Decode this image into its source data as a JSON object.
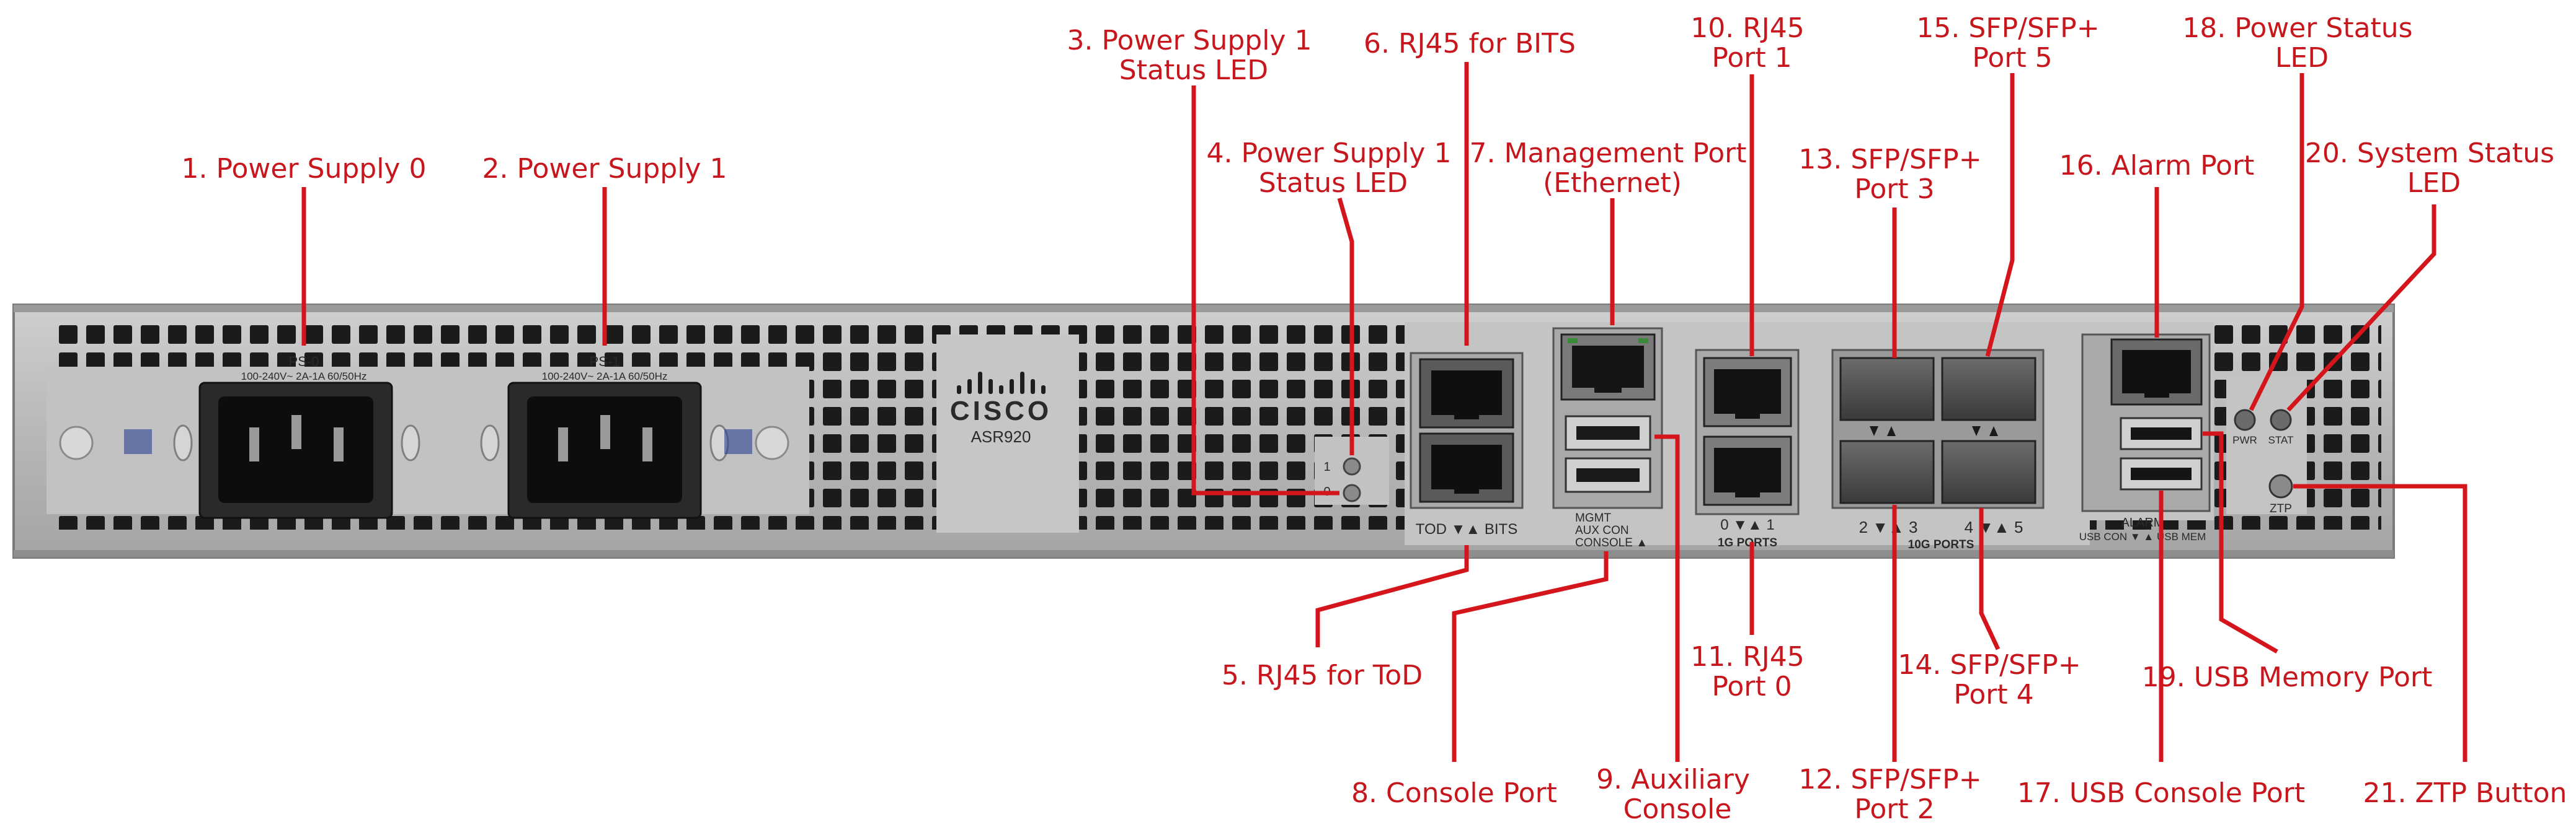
{
  "device": {
    "brand": "CISCO",
    "model": "ASR920",
    "ps0_label": "PS-0",
    "ps1_label": "PS-1",
    "psu_rating": "100-240V~ 2A-1A 60/50Hz",
    "led_1": "1",
    "led_0": "0",
    "tod_bits": "TOD ▼▲ BITS",
    "mgmt": "MGMT",
    "aux_con": "AUX CON",
    "console": "CONSOLE ▲",
    "ports_1g_nums": "0 ▼▲ 1",
    "ports_1g": "1G PORTS",
    "sfp_left_nums": "2 ▼▲ 3",
    "sfp_right_nums": "4 ▼▲ 5",
    "ports_10g": "10G PORTS",
    "alarm": "ALARM",
    "usb_labels": "USB CON ▼   ▲ USB MEM",
    "pwr": "PWR",
    "stat": "STAT",
    "ztp": "ZTP"
  },
  "callouts": {
    "c1": [
      "1. Power Supply 0"
    ],
    "c2": [
      "2. Power Supply 1"
    ],
    "c3": [
      "3. Power Supply 1",
      "Status LED"
    ],
    "c4": [
      "4. Power Supply 1",
      "Status LED"
    ],
    "c5": [
      "5. RJ45 for ToD"
    ],
    "c6": [
      "6. RJ45 for BITS"
    ],
    "c7": [
      "7. Management Port",
      "(Ethernet)"
    ],
    "c8": [
      "8. Console Port"
    ],
    "c9": [
      "9. Auxiliary",
      "Console"
    ],
    "c10": [
      "10. RJ45",
      "Port 1"
    ],
    "c11": [
      "11. RJ45",
      "Port 0"
    ],
    "c12": [
      "12. SFP/SFP+",
      "Port 2"
    ],
    "c13": [
      "13. SFP/SFP+",
      "Port 3"
    ],
    "c14": [
      "14. SFP/SFP+",
      "Port 4"
    ],
    "c15": [
      "15. SFP/SFP+",
      "Port 5"
    ],
    "c16": [
      "16. Alarm Port"
    ],
    "c17": [
      "17. USB Console Port"
    ],
    "c18": [
      "18. Power Status",
      "LED"
    ],
    "c19": [
      "19. USB Memory Port"
    ],
    "c20": [
      "20. System Status",
      "LED"
    ],
    "c21": [
      "21. ZTP Button"
    ]
  },
  "colors": {
    "callout": "#c8161d",
    "chassis": "#b9b9b9",
    "chassis_dark": "#8e8e8e",
    "vent": "#1b1b1b"
  }
}
